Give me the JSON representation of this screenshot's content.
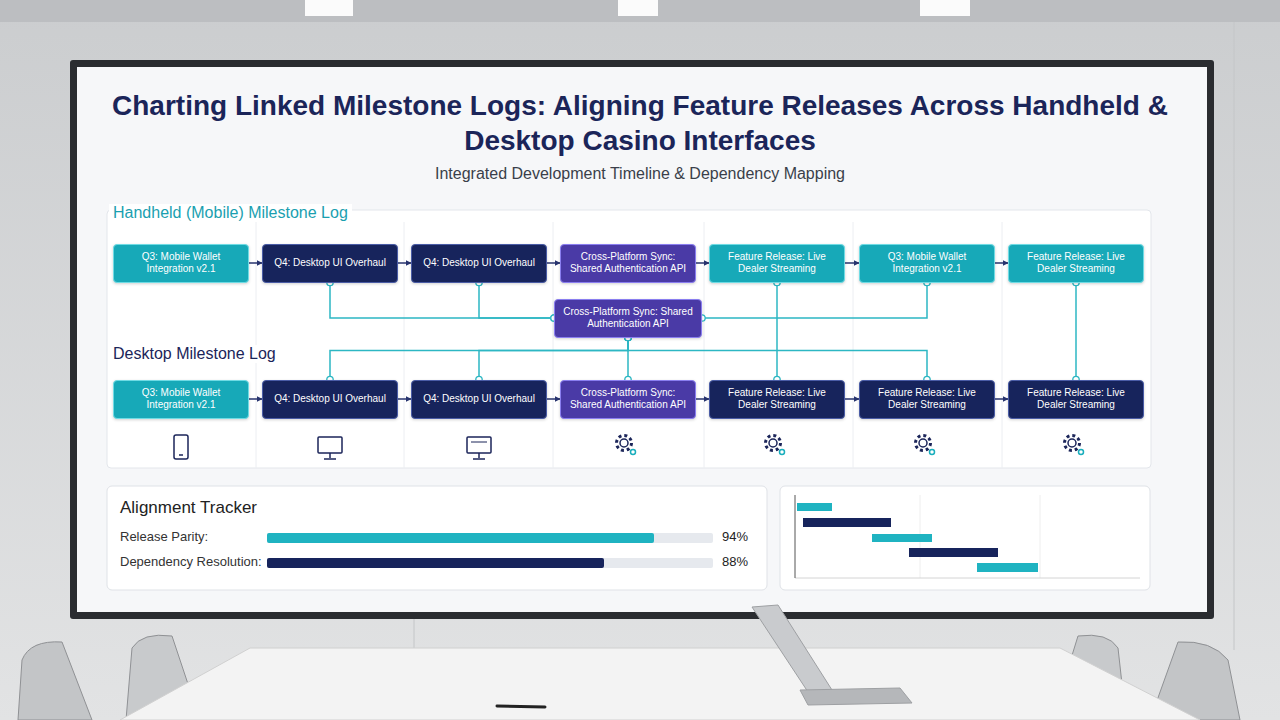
{
  "diagram": {
    "title": "Charting Linked Milestone Logs: Aligning Feature Releases Across Handheld & Desktop Casino Interfaces",
    "nodes": [
      {
        "text": [
          "Q3: Mobile Wallet Integration v2.1"
        ]
      },
      {
        "text": [
          "Q4: Desktop UI Overhaul"
        ]
      },
      {
        "text": [
          "Q4: Desktop UI Overhaul"
        ]
      },
      {
        "text": [
          "Cross-Platform Sync: Shared Authentication API"
        ]
      },
      {
        "text": [
          "Feature Release: Live Dealer Streaming"
        ]
      },
      {
        "text": [
          "Q3: Mobile Wallet Integration v2.1"
        ]
      },
      {
        "text": [
          "Feature Release: Live Dealer Streaming"
        ]
      },
      {
        "text": [
          "Cross-Platform Sync: Shared Authentication API"
        ]
      },
      {
        "text": [
          "Q3: Mobile Wallet Integration v2.1"
        ]
      },
      {
        "text": [
          "Q4: Desktop UI Overhaul"
        ]
      },
      {
        "text": [
          "Q4: Desktop UI Overhaul"
        ]
      },
      {
        "text": [
          "Cross-Platform Sync: Shared Authentication API"
        ]
      },
      {
        "text": [
          "Feature Release: Live Dealer Streaming"
        ]
      },
      {
        "text": [
          "Feature Release: Live Dealer Streaming"
        ]
      },
      {
        "text": [
          "Feature Release: Live Dealer Streaming"
        ]
      }
    ],
    "edges": [
      {
        "from": 0,
        "to": 1,
        "arrow": "to"
      },
      {
        "from": 1,
        "to": 2,
        "arrow": "to"
      },
      {
        "from": 2,
        "to": 3,
        "arrow": "to"
      },
      {
        "from": 3,
        "to": 4,
        "arrow": "to"
      },
      {
        "from": 4,
        "to": 5,
        "arrow": "to"
      },
      {
        "from": 5,
        "to": 6,
        "arrow": "to"
      },
      {
        "from": 8,
        "to": 9,
        "arrow": "to"
      },
      {
        "from": 9,
        "to": 10,
        "arrow": "to"
      },
      {
        "from": 10,
        "to": 11,
        "arrow": "to"
      },
      {
        "from": 11,
        "to": 12,
        "arrow": "to"
      },
      {
        "from": 12,
        "to": 13,
        "arrow": "to"
      },
      {
        "from": 13,
        "to": 14,
        "arrow": "to"
      },
      {
        "from": 1,
        "to": 7,
        "arrow": "none"
      },
      {
        "from": 2,
        "to": 7,
        "arrow": "none"
      },
      {
        "from": 5,
        "to": 7,
        "arrow": "none"
      },
      {
        "from": 4,
        "to": 12,
        "arrow": "none"
      },
      {
        "from": 6,
        "to": 14,
        "arrow": "none"
      },
      {
        "from": 7,
        "to": 11,
        "arrow": "none"
      },
      {
        "from": 7,
        "to": 9,
        "arrow": "none"
      },
      {
        "from": 7,
        "to": 10,
        "arrow": "none"
      },
      {
        "from": 7,
        "to": 13,
        "arrow": "none"
      }
    ],
    "labels": [
      "Integrated Development Timeline & Dependency Mapping",
      "Handheld (Mobile) Milestone Log",
      "Desktop Milestone Log",
      "Alignment Tracker",
      "Release Parity:",
      "94%",
      "Dependency Resolution:",
      "88%"
    ]
  }
}
